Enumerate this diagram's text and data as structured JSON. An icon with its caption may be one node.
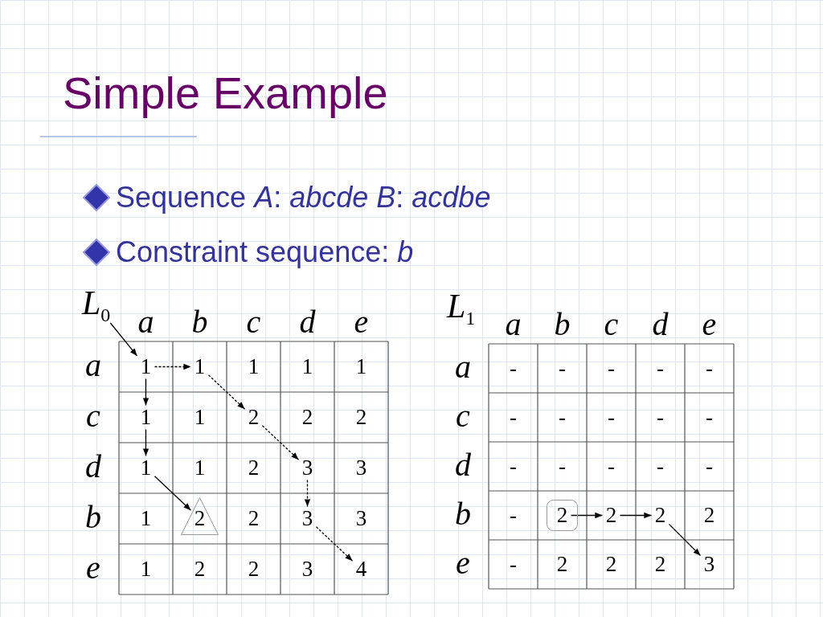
{
  "diagram": {
    "title": "Simple Example",
    "nodes": [
      {
        "text": [
          "*L*$_{0}$"
        ]
      },
      {
        "text": [
          "1"
        ]
      },
      {
        "text": [
          "1"
        ]
      },
      {
        "text": [
          "1"
        ]
      },
      {
        "text": [
          "1"
        ]
      },
      {
        "text": [
          "1"
        ]
      },
      {
        "text": [
          "1"
        ]
      },
      {
        "text": [
          "1"
        ]
      },
      {
        "text": [
          "2"
        ]
      },
      {
        "text": [
          "2"
        ]
      },
      {
        "text": [
          "2"
        ]
      },
      {
        "text": [
          "1"
        ]
      },
      {
        "text": [
          "1"
        ]
      },
      {
        "text": [
          "2"
        ]
      },
      {
        "text": [
          "3"
        ]
      },
      {
        "text": [
          "3"
        ]
      },
      {
        "text": [
          "1"
        ]
      },
      {
        "text": [
          "2"
        ]
      },
      {
        "text": [
          "2"
        ]
      },
      {
        "text": [
          "3"
        ]
      },
      {
        "text": [
          "3"
        ]
      },
      {
        "text": [
          "1"
        ]
      },
      {
        "text": [
          "2"
        ]
      },
      {
        "text": [
          "2"
        ]
      },
      {
        "text": [
          "3"
        ]
      },
      {
        "text": [
          "4"
        ]
      },
      {
        "text": [
          "*L*$_{1}$"
        ]
      },
      {
        "text": [
          "-"
        ]
      },
      {
        "text": [
          "-"
        ]
      },
      {
        "text": [
          "-"
        ]
      },
      {
        "text": [
          "-"
        ]
      },
      {
        "text": [
          "-"
        ]
      },
      {
        "text": [
          "-"
        ]
      },
      {
        "text": [
          "-"
        ]
      },
      {
        "text": [
          "-"
        ]
      },
      {
        "text": [
          "-"
        ]
      },
      {
        "text": [
          "-"
        ]
      },
      {
        "text": [
          "-"
        ]
      },
      {
        "text": [
          "-"
        ]
      },
      {
        "text": [
          "-"
        ]
      },
      {
        "text": [
          "-"
        ]
      },
      {
        "text": [
          "-"
        ]
      },
      {
        "text": [
          "-"
        ]
      },
      {
        "text": [
          "2"
        ]
      },
      {
        "text": [
          "2"
        ]
      },
      {
        "text": [
          "2"
        ]
      },
      {
        "text": [
          "2"
        ]
      },
      {
        "text": [
          "-"
        ]
      },
      {
        "text": [
          "2"
        ]
      },
      {
        "text": [
          "2"
        ]
      },
      {
        "text": [
          "2"
        ]
      },
      {
        "text": [
          "3"
        ]
      }
    ],
    "edges": [
      {
        "from": 0,
        "to": 1,
        "arrow": "to"
      },
      {
        "from": 1,
        "to": 2,
        "arrow": "to",
        "style": "dashed"
      },
      {
        "from": 1,
        "to": 6,
        "arrow": "to"
      },
      {
        "from": 6,
        "to": 11,
        "arrow": "to"
      },
      {
        "from": 11,
        "to": 17,
        "arrow": "to"
      },
      {
        "from": 2,
        "to": 8,
        "arrow": "to",
        "style": "dashed"
      },
      {
        "from": 8,
        "to": 14,
        "arrow": "to",
        "style": "dashed"
      },
      {
        "from": 14,
        "to": 19,
        "arrow": "to",
        "style": "dashed"
      },
      {
        "from": 19,
        "to": 25,
        "arrow": "to",
        "style": "dashed"
      },
      {
        "from": 43,
        "to": 44,
        "arrow": "to"
      },
      {
        "from": 44,
        "to": 45,
        "arrow": "to"
      },
      {
        "from": 45,
        "to": 51,
        "arrow": "to"
      }
    ],
    "labels": [
      "Sequence *A*: *abcde* *B*: *acdbe*",
      "Constraint sequence: *b*",
      "a",
      "b",
      "c",
      "d",
      "e",
      "a",
      "c",
      "d",
      "b",
      "e",
      "a",
      "b",
      "c",
      "d",
      "e",
      "a",
      "c",
      "d",
      "b",
      "e"
    ]
  }
}
